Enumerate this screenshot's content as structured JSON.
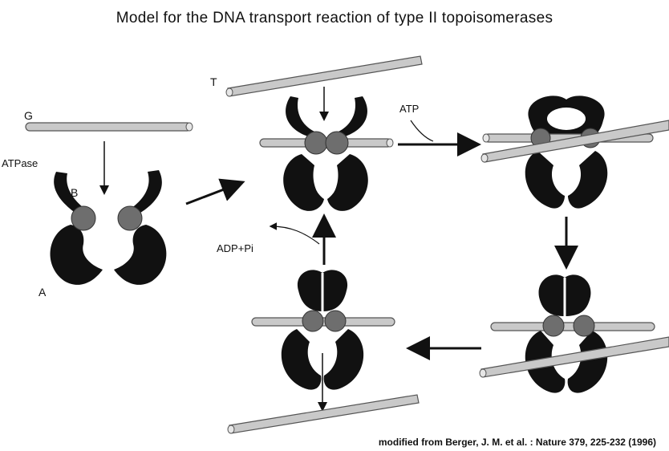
{
  "title": "Model for the DNA transport reaction of type II topoisomerases",
  "labels": {
    "g_segment": "G",
    "t_segment": "T",
    "atpase": "ATPase",
    "domain_b": "B",
    "domain_a": "A",
    "atp": "ATP",
    "adp_pi": "ADP+Pi"
  },
  "citation": "modified from Berger, J. M. et al. : Nature 379, 225-232 (1996)",
  "colors": {
    "dna_fill": "#c9c9c9",
    "dna_stroke": "#555555",
    "protein_dark": "#111111",
    "domain_b": "#6e6e6e",
    "arrow": "#111111"
  }
}
